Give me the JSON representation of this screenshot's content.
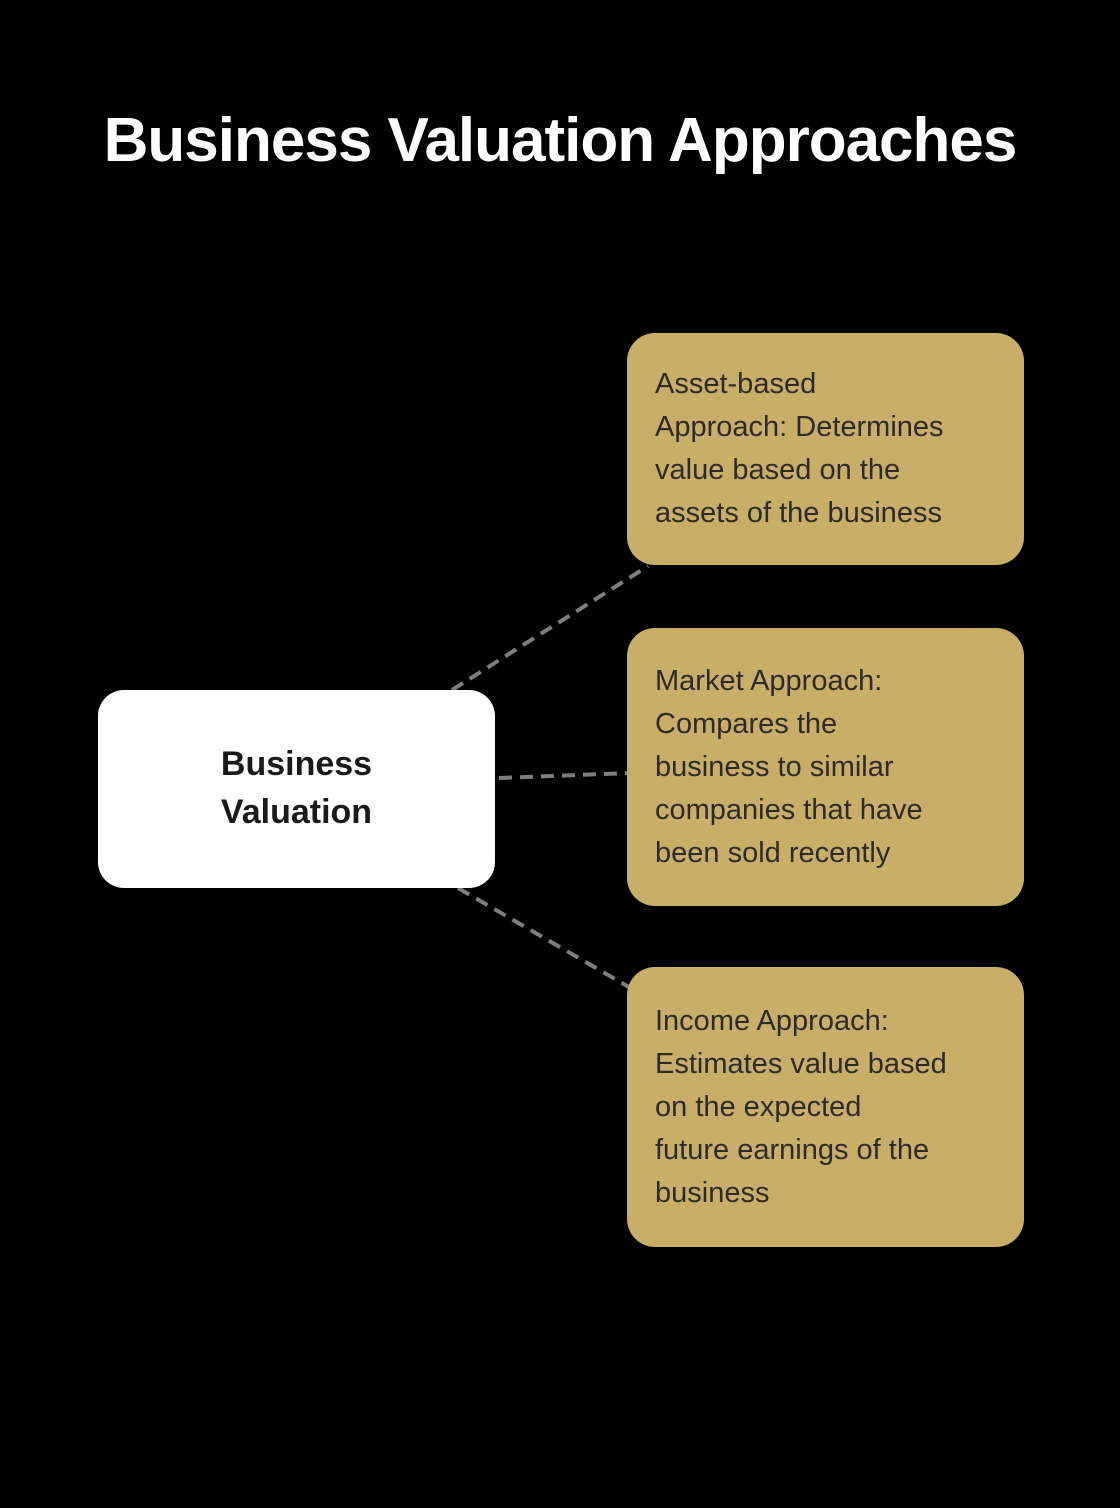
{
  "title": "Business Valuation Approaches",
  "diagram": {
    "root": {
      "label": "Business\nValuation"
    },
    "branches": [
      {
        "name": "asset-based-approach",
        "text": "Asset-based\nApproach: Determines\nvalue based on the\nassets of the business"
      },
      {
        "name": "market-approach",
        "text": "Market Approach:\nCompares the\nbusiness to similar\ncompanies that have\nbeen sold recently"
      },
      {
        "name": "income-approach",
        "text": "Income Approach:\nEstimates value based\non the expected\nfuture earnings of the\nbusiness"
      }
    ]
  },
  "colors": {
    "background": "#000000",
    "branch_fill": "#C8AE66",
    "root_fill": "#FFFFFF",
    "connector": "#7E7E7E",
    "title_text": "#FFFFFF",
    "branch_text": "#2B2B2B",
    "root_text": "#1A1A1A"
  }
}
